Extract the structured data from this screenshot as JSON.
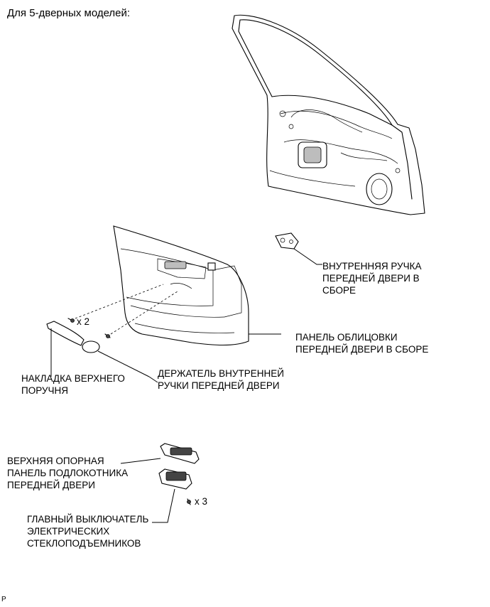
{
  "title": "Для 5-дверных моделей:",
  "labels": {
    "inner_handle": [
      "ВНУТРЕННЯЯ РУЧКА",
      "ПЕРЕДНЕЙ ДВЕРИ В",
      "СБОРЕ"
    ],
    "trim_panel": [
      "ПАНЕЛЬ ОБЛИЦОВКИ",
      "ПЕРЕДНЕЙ ДВЕРИ В СБОРЕ"
    ],
    "armrest_cover": [
      "НАКЛАДКА ВЕРХНЕГО",
      "ПОРУЧНЯ"
    ],
    "handle_bezel": [
      "ДЕРЖАТЕЛЬ ВНУТРЕННЕЙ",
      "РУЧКИ ПЕРЕДНЕЙ ДВЕРИ"
    ],
    "armrest_base": [
      "ВЕРХНЯЯ ОПОРНАЯ",
      "ПАНЕЛЬ ПОДЛОКОТНИКА",
      "ПЕРЕДНЕЙ ДВЕРИ"
    ],
    "power_window_switch": [
      "ГЛАВНЫЙ ВЫКЛЮЧАТЕЛЬ",
      "ЭЛЕКТРИЧЕСКИХ",
      "СТЕКЛОПОДЪЕМНИКОВ"
    ]
  },
  "quantities": {
    "screws_panel": "x 2",
    "screws_switch": "x 3"
  },
  "corner_mark": "P"
}
